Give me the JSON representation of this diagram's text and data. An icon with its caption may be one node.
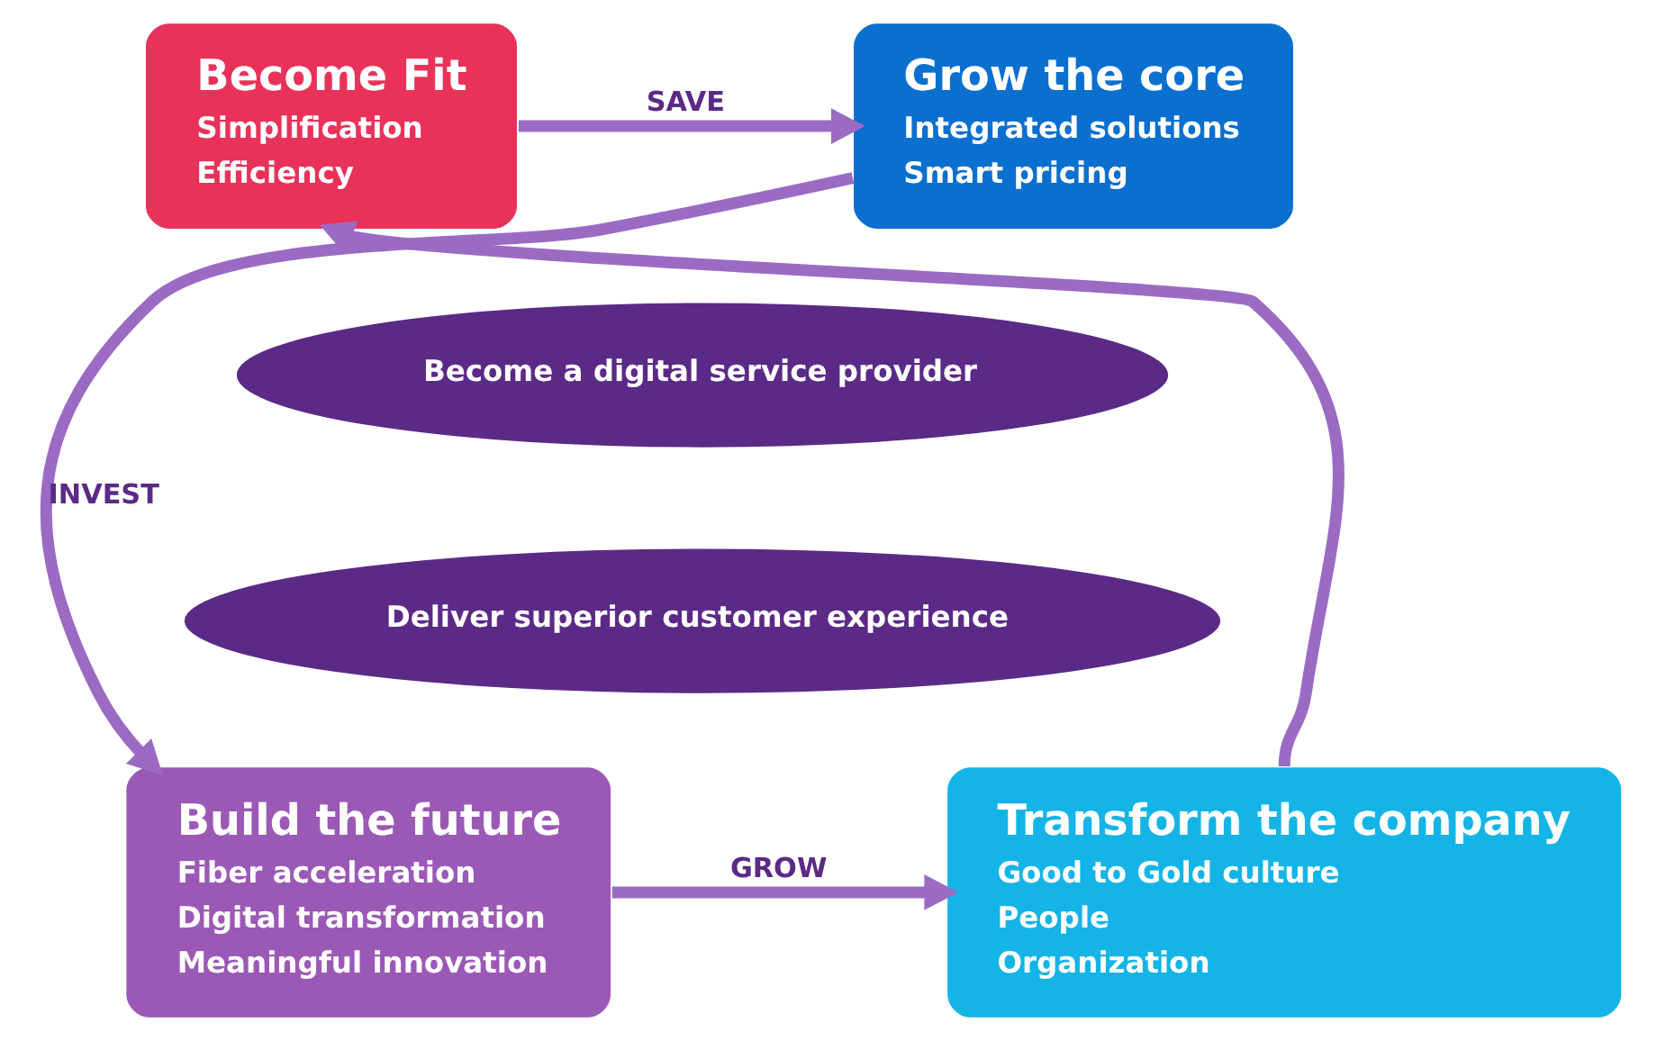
{
  "diagram": {
    "nodes": [
      {
        "text": [
          "Become Fit",
          "Simplification",
          "Efficiency"
        ]
      },
      {
        "text": [
          "Grow the core",
          "Integrated solutions",
          "Smart pricing"
        ]
      },
      {
        "text": [
          "Become a digital service provider"
        ]
      },
      {
        "text": [
          "Deliver superior customer experience"
        ]
      },
      {
        "text": [
          "Transform the company",
          "Good to Gold culture",
          "People",
          "Organization"
        ]
      },
      {
        "text": [
          "Build the future",
          "Fiber acceleration",
          "Digital transformation",
          "Meaningful innovation"
        ]
      }
    ],
    "edges": [
      {
        "from": 0,
        "to": 1,
        "arrow": "to",
        "label": "SAVE"
      },
      {
        "from": 1,
        "to": 5,
        "arrow": "to",
        "label": "INVEST"
      },
      {
        "from": 5,
        "to": 4,
        "arrow": "to",
        "label": "GROW"
      },
      {
        "from": 4,
        "to": 0,
        "arrow": "to"
      }
    ]
  }
}
